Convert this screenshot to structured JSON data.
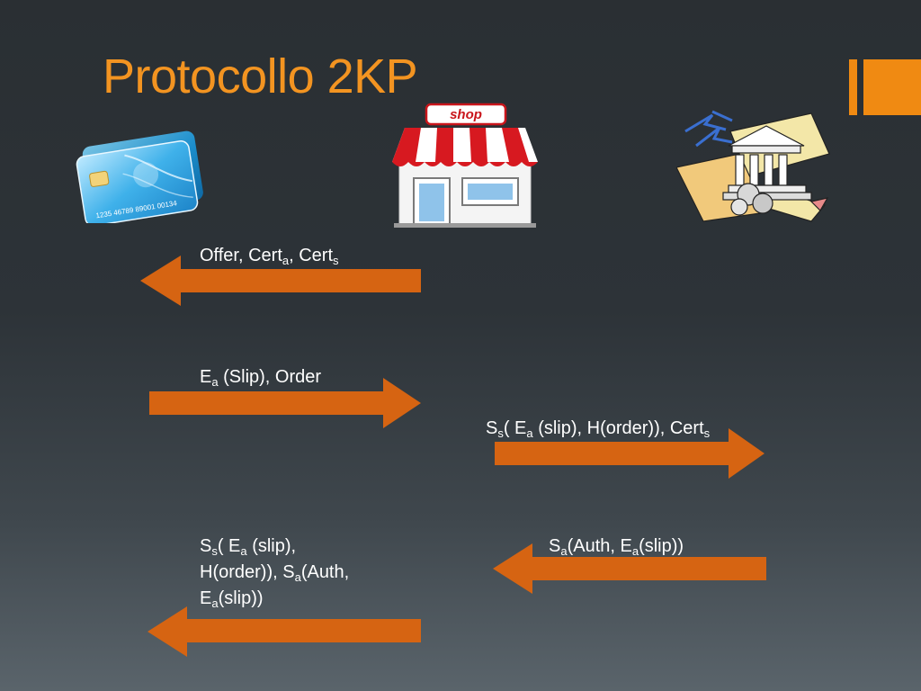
{
  "slide": {
    "title": "Protocollo 2KP",
    "accent_color": "#f39421",
    "arrow_color": "#d66412"
  },
  "icons": {
    "card": {
      "icon": "credit-card-icon",
      "number": "1235  46789  89001  00134"
    },
    "shop": {
      "icon": "shop-icon",
      "sign": "shop"
    },
    "bank": {
      "icon": "bank-icon"
    }
  },
  "messages": {
    "m1": {
      "p1": "Offer, Cert",
      "s1": "a",
      "p2": ", Cert",
      "s2": "s"
    },
    "m2": {
      "p1": "E",
      "s1": "a",
      "p2": " (Slip), Order"
    },
    "m3": {
      "p1": "S",
      "s1": "s",
      "p2": "( E",
      "s2": "a",
      "p3": " (slip), H(order)), Cert",
      "s3": "s"
    },
    "m4": {
      "p1": "S",
      "s1": "a",
      "p2": "(Auth, E",
      "s2": "a",
      "p3": "(slip))"
    },
    "m5": {
      "l1p1": "S",
      "l1s1": "s",
      "l1p2": "( E",
      "l1s2": "a",
      "l1p3": " (slip),",
      "l2p1": "H(order)), S",
      "l2s1": "a",
      "l2p2": "(Auth,",
      "l3p1": "E",
      "l3s1": "a",
      "l3p2": "(slip))"
    }
  }
}
